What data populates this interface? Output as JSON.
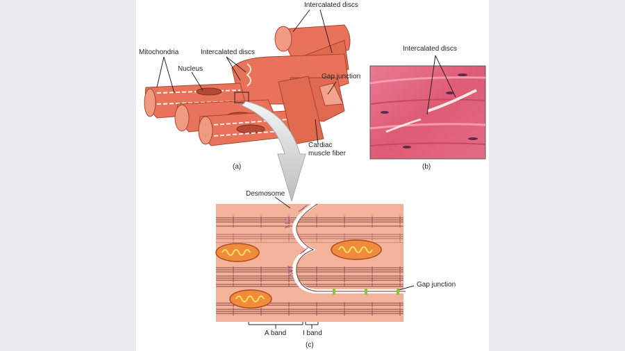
{
  "figure": {
    "panel_a": {
      "caption": "(a)",
      "labels": {
        "mitochondria": "Mitochondria",
        "nucleus": "Nucleus",
        "intercalated_discs_left": "Intercalated discs",
        "intercalated_discs_top": "Intercalated discs",
        "gap_junction": "Gap junction",
        "cardiac_muscle_fiber_line1": "Cardiac",
        "cardiac_muscle_fiber_line2": "muscle fiber"
      }
    },
    "panel_b": {
      "caption": "(b)",
      "labels": {
        "intercalated_discs": "Intercalated discs"
      }
    },
    "panel_c": {
      "caption": "(c)",
      "labels": {
        "desmosome": "Desmosome",
        "gap_junction": "Gap junction",
        "a_band": "A band",
        "i_band": "I band"
      }
    },
    "colors": {
      "muscle": "#e8735a",
      "muscle_dark": "#c9553d",
      "cell_bg": "#f3b39b",
      "micrograph": "#e0607a",
      "mitochondria": "#f08a3c",
      "gap_junction": "#8cc63f"
    }
  }
}
